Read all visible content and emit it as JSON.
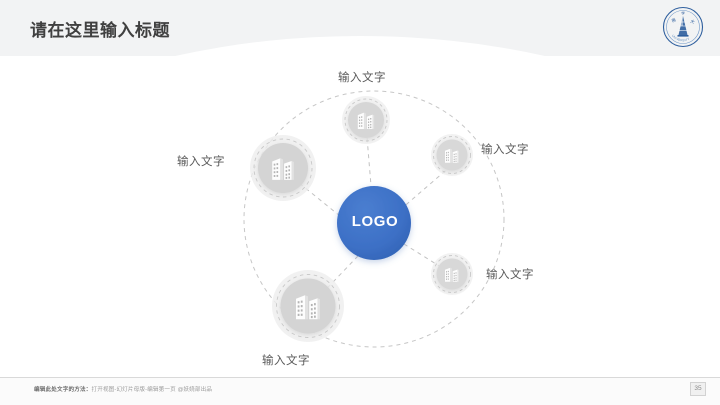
{
  "slide": {
    "title": "请在这里输入标题",
    "background_color": "#ffffff",
    "header_color": "#f2f3f4",
    "accent_color": "#3a6fc4",
    "node_fill_color": "#d4d4d4",
    "node_halo_color": "#ebebeb"
  },
  "brand": {
    "seal_name": "university-seal-logo",
    "seal_color": "#2f5f9e"
  },
  "center": {
    "label": "LOGO",
    "color": "#3a6fc4"
  },
  "nodes": [
    {
      "id": "top",
      "label": "输入文字",
      "icon": "office-buildings-icon",
      "size": "medium"
    },
    {
      "id": "upper-right",
      "label": "输入文字",
      "icon": "office-buildings-icon",
      "size": "small"
    },
    {
      "id": "lower-right",
      "label": "输入文字",
      "icon": "office-buildings-icon",
      "size": "small"
    },
    {
      "id": "bottom",
      "label": "输入文字",
      "icon": "office-buildings-icon",
      "size": "large"
    },
    {
      "id": "left",
      "label": "输入文字",
      "icon": "office-buildings-icon",
      "size": "large"
    }
  ],
  "footer": {
    "note_bold": "编辑此处文字的方法：",
    "note_rest": "打开视图-幻灯片母版-编辑第一页 @妖娆部出品",
    "page_number": "35"
  }
}
